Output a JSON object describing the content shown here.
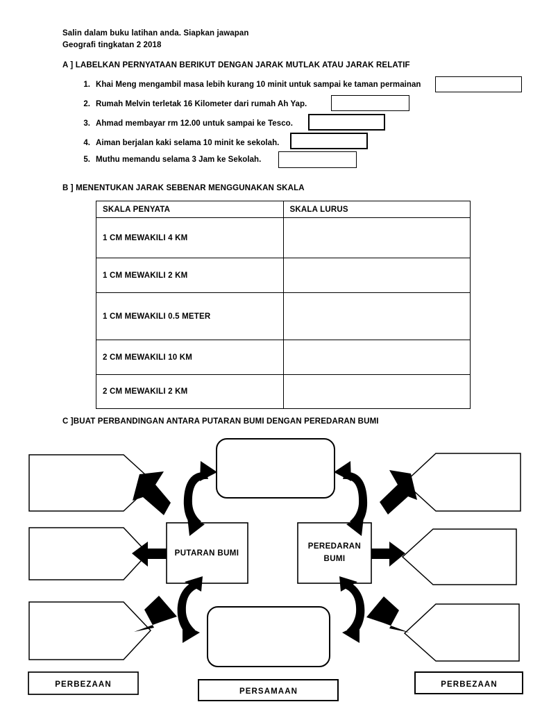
{
  "document": {
    "intro": [
      "Salin dalam buku latihan anda. Siapkan jawapan",
      "Geografi tingkatan 2 2018"
    ]
  },
  "section_a": {
    "heading": "A ] LABELKAN PERNYATAAN BERIKUT DENGAN JARAK MUTLAK ATAU JARAK RELATIF",
    "items": [
      {
        "number": "1.",
        "text": "Khai Meng mengambil masa lebih kurang 10 minit untuk sampai ke taman permainan",
        "answer": ""
      },
      {
        "number": "2.",
        "text": "Rumah Melvin terletak 16 Kilometer dari rumah Ah Yap.",
        "answer": ""
      },
      {
        "number": "3.",
        "text": "Ahmad membayar rm 12.00 untuk sampai ke Tesco.",
        "answer": ""
      },
      {
        "number": "4.",
        "text": "Aiman berjalan kaki selama 10 minit ke sekolah.",
        "answer": ""
      },
      {
        "number": "5.",
        "text": "Muthu memandu selama 3 Jam ke Sekolah.",
        "answer": ""
      }
    ]
  },
  "section_b": {
    "heading": "B ] MENENTUKAN JARAK SEBENAR MENGGUNAKAN SKALA",
    "table": {
      "columns": [
        "SKALA PENYATA",
        "SKALA LURUS"
      ],
      "rows": [
        {
          "skala_penyata": "1 CM MEWAKILI 4 KM",
          "skala_lurus": ""
        },
        {
          "skala_penyata": "1 CM MEWAKILI 2 KM",
          "skala_lurus": ""
        },
        {
          "skala_penyata": "1 CM MEWAKILI 0.5 METER",
          "skala_lurus": ""
        },
        {
          "skala_penyata": "2 CM MEWAKILI 10 KM",
          "skala_lurus": ""
        },
        {
          "skala_penyata": "2 CM MEWAKILI 2 KM",
          "skala_lurus": ""
        }
      ]
    }
  },
  "section_c": {
    "heading": "C ]BUAT PERBANDINGAN ANTARA PUTARAN BUMI DENGAN PEREDARAN BUMI",
    "center_nodes": {
      "left": "PUTARAN BUMI",
      "right_line1": "PEREDARAN",
      "right_line2": "BUMI"
    },
    "shared_boxes": {
      "top": "",
      "bottom": ""
    },
    "left_boxes": [
      "",
      "",
      ""
    ],
    "right_boxes": [
      "",
      "",
      ""
    ],
    "legend": {
      "left": "PERBEZAAN",
      "center": "PERSAMAAN",
      "right": "PERBEZAAN"
    }
  },
  "colors": {
    "ink": "#000000",
    "paper": "#ffffff"
  }
}
